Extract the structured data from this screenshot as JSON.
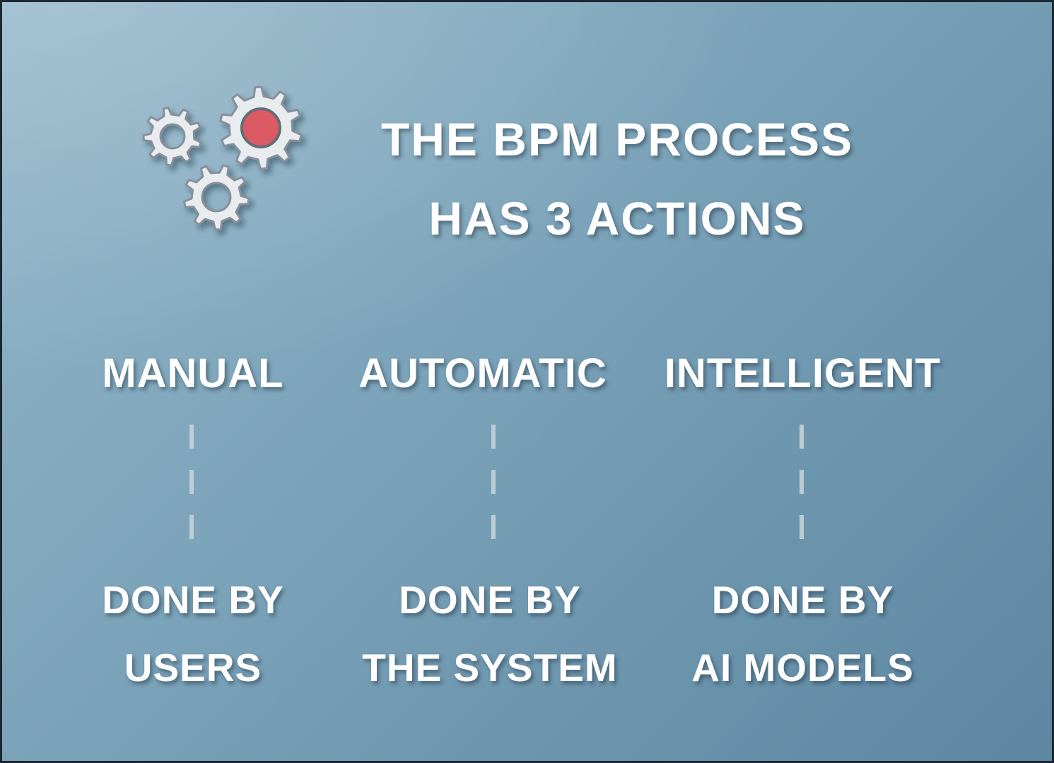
{
  "title": {
    "line1": "THE BPM PROCESS",
    "line2": "HAS 3 ACTIONS"
  },
  "columns": [
    {
      "label": "MANUAL",
      "description": {
        "line1": "DONE BY",
        "line2": "USERS"
      }
    },
    {
      "label": "AUTOMATIC",
      "description": {
        "line1": "DONE BY",
        "line2": "THE SYSTEM"
      }
    },
    {
      "label": "INTELLIGENT",
      "description": {
        "line1": "DONE BY",
        "line2": "AI MODELS"
      }
    }
  ],
  "icons": {
    "gears": "gears-icon"
  },
  "colors": {
    "background_top_left": "#93b6c9",
    "background_bottom_right": "#5d87a2",
    "text": "#ffffff",
    "gear_fill": "#e9ecef",
    "gear_outline": "#87909a",
    "accent_red": "#dc5a64",
    "accent_red_ring": "#646d77",
    "connector": "#c9d4da"
  }
}
